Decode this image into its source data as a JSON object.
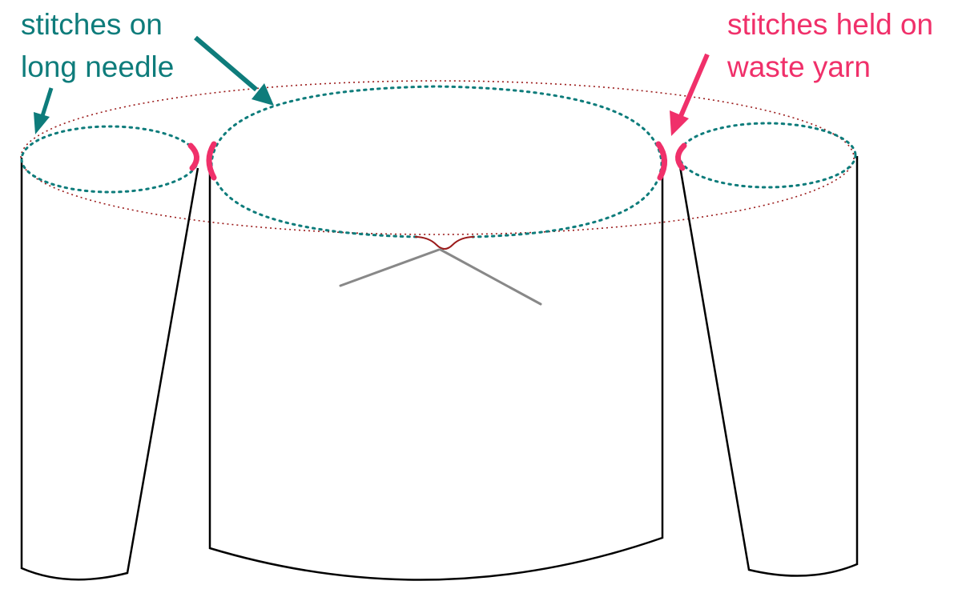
{
  "labels": {
    "needle": {
      "line1": "stitches on",
      "line2": "long needle"
    },
    "waste_yarn": {
      "line1": "stitches held on",
      "line2": "waste yarn"
    }
  },
  "colors": {
    "needle_label": "#0e7c7b",
    "waste_label": "#f0306a",
    "needle_stitches": "#0e7c7b",
    "held_stitches": "#f0306a",
    "outline": "#000000",
    "yoke_line": "#9b1b1b",
    "needle_tips": "#888888",
    "background": "#ffffff"
  },
  "icons": {
    "arrows": "arrow-icon",
    "held_marks": "bracket-icon"
  }
}
